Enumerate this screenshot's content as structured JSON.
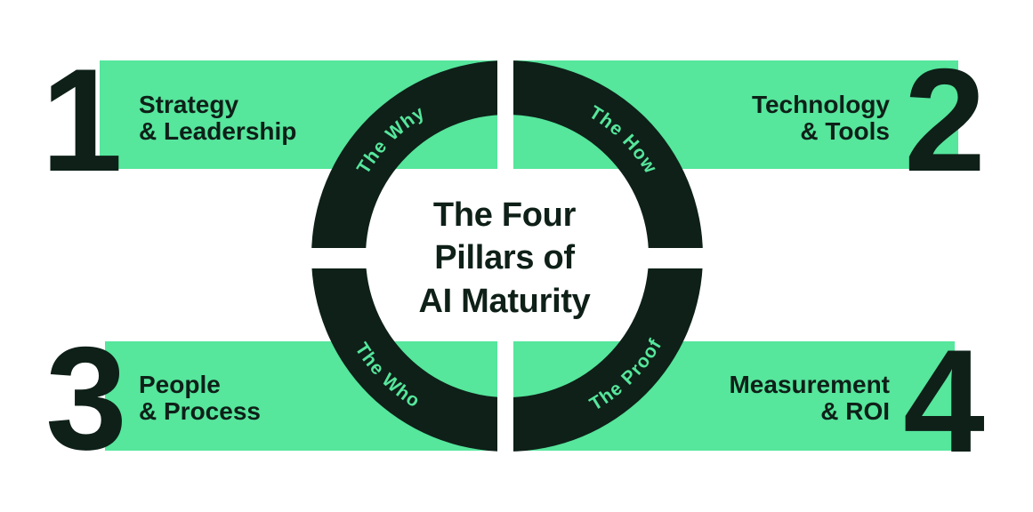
{
  "title": {
    "line1": "The Four",
    "line2": "Pillars of",
    "line3": "AI Maturity"
  },
  "ring_labels": {
    "top_left": "The Why",
    "top_right": "The How",
    "bottom_left": "The Who",
    "bottom_right": "The Proof"
  },
  "pillars": [
    {
      "number": "1",
      "name_line1": "Strategy",
      "name_line2": "& Leadership"
    },
    {
      "number": "2",
      "name_line1": "Technology",
      "name_line2": "& Tools"
    },
    {
      "number": "3",
      "name_line1": "People",
      "name_line2": "& Process"
    },
    {
      "number": "4",
      "name_line1": "Measurement",
      "name_line2": "& ROI"
    }
  ],
  "colors": {
    "accent_green": "#56E69C",
    "dark": "#0E2018",
    "background": "#FFFFFF"
  }
}
